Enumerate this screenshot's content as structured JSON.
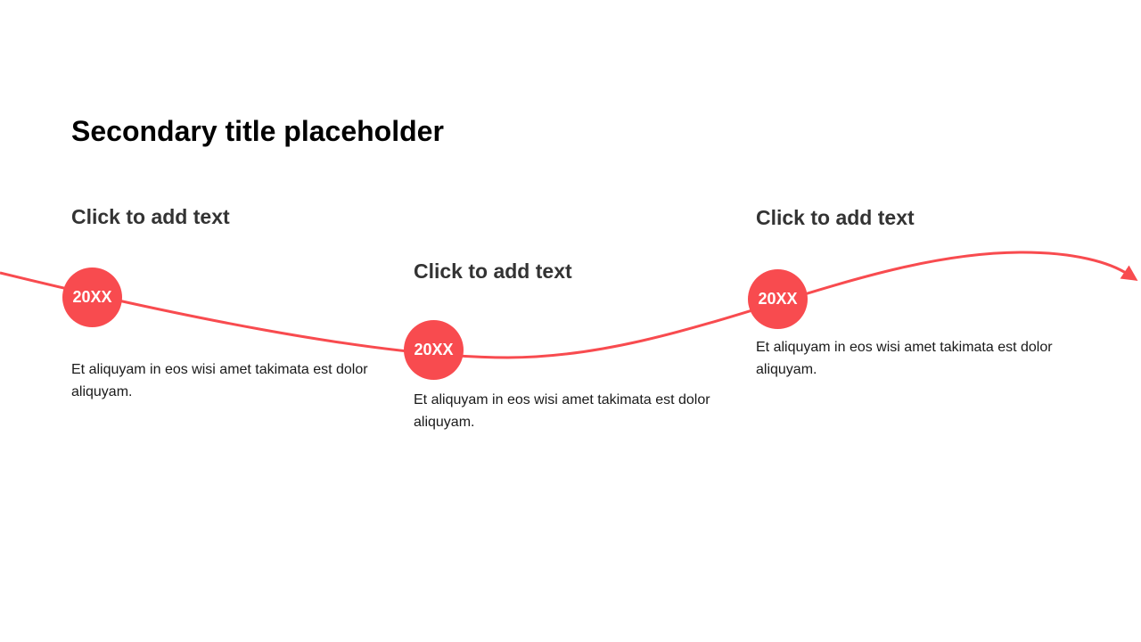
{
  "slide": {
    "title": "Secondary title placeholder",
    "accent_color": "#f84b4f",
    "items": [
      {
        "heading": "Click to add text",
        "badge": "20XX",
        "body": "Et aliquyam in eos wisi amet takimata est dolor aliquyam."
      },
      {
        "heading": "Click to add text",
        "badge": "20XX",
        "body": "Et aliquyam in eos wisi amet takimata est dolor aliquyam."
      },
      {
        "heading": "Click to add text",
        "badge": "20XX",
        "body": "Et aliquyam in eos wisi amet takimata est dolor aliquyam."
      }
    ]
  }
}
